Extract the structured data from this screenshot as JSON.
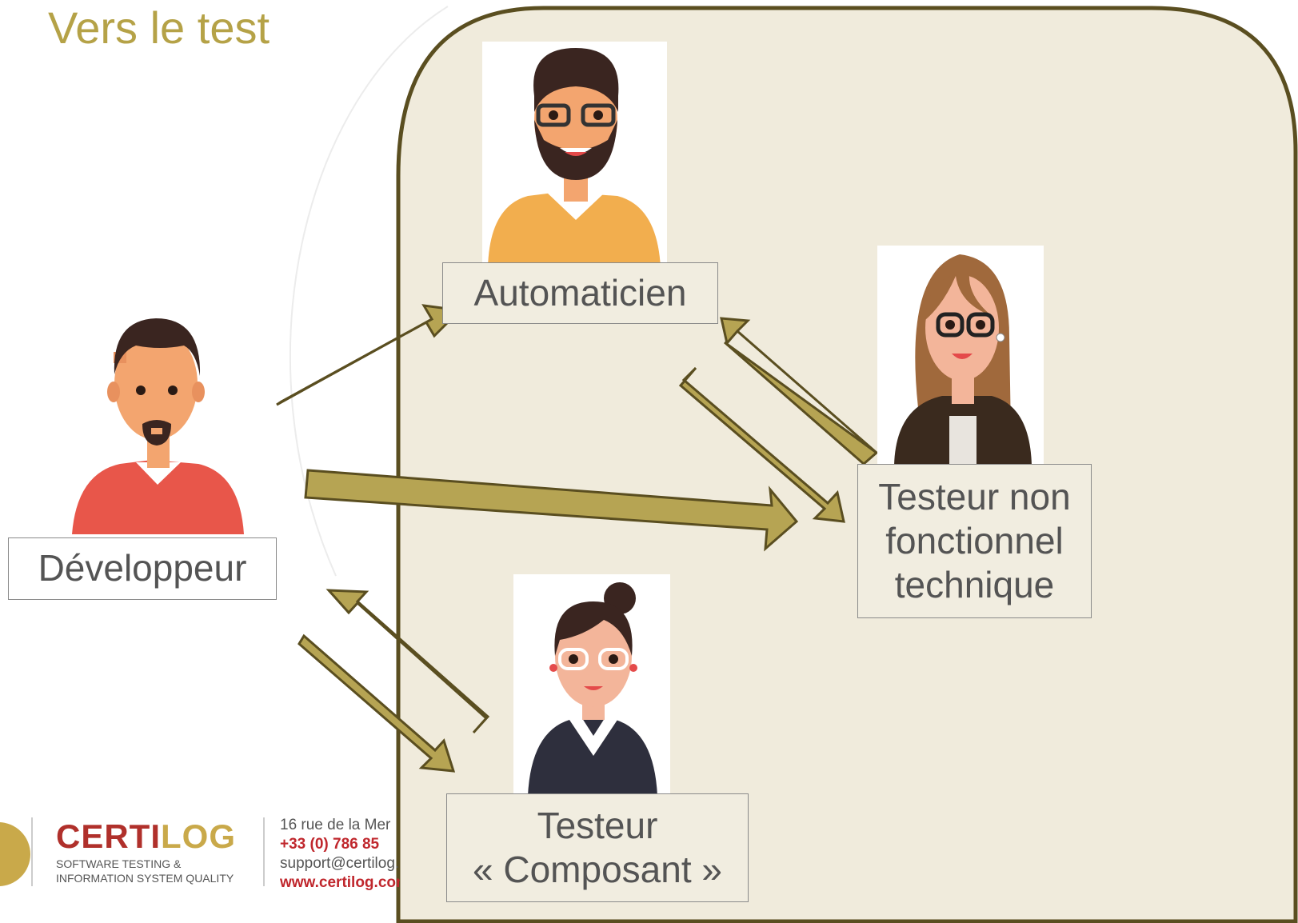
{
  "title": "Vers le test",
  "roles": {
    "developer": "Développeur",
    "automation": "Automaticien",
    "nonfunctional": [
      "Testeur non",
      "fonctionnel",
      "technique"
    ],
    "component": [
      "Testeur",
      "« Composant »"
    ]
  },
  "footer": {
    "logo_part1": "CERTI",
    "logo_part2": "LOG",
    "logo_tagline_1": "SOFTWARE TESTING &",
    "logo_tagline_2": "INFORMATION SYSTEM QUALITY",
    "address": "16 rue de la Mer",
    "phone": "+33 (0) 786 85",
    "email": "support@certilog.co",
    "website": "www.certilog.com"
  },
  "colors": {
    "title": "#b5a247",
    "panel_fill": "#f0ebdc",
    "panel_border": "#5a4e20",
    "arrow_fill": "#b6a453",
    "arrow_stroke": "#5a4e20",
    "brand_red": "#c0272d",
    "brand_gold": "#c9a94a"
  }
}
